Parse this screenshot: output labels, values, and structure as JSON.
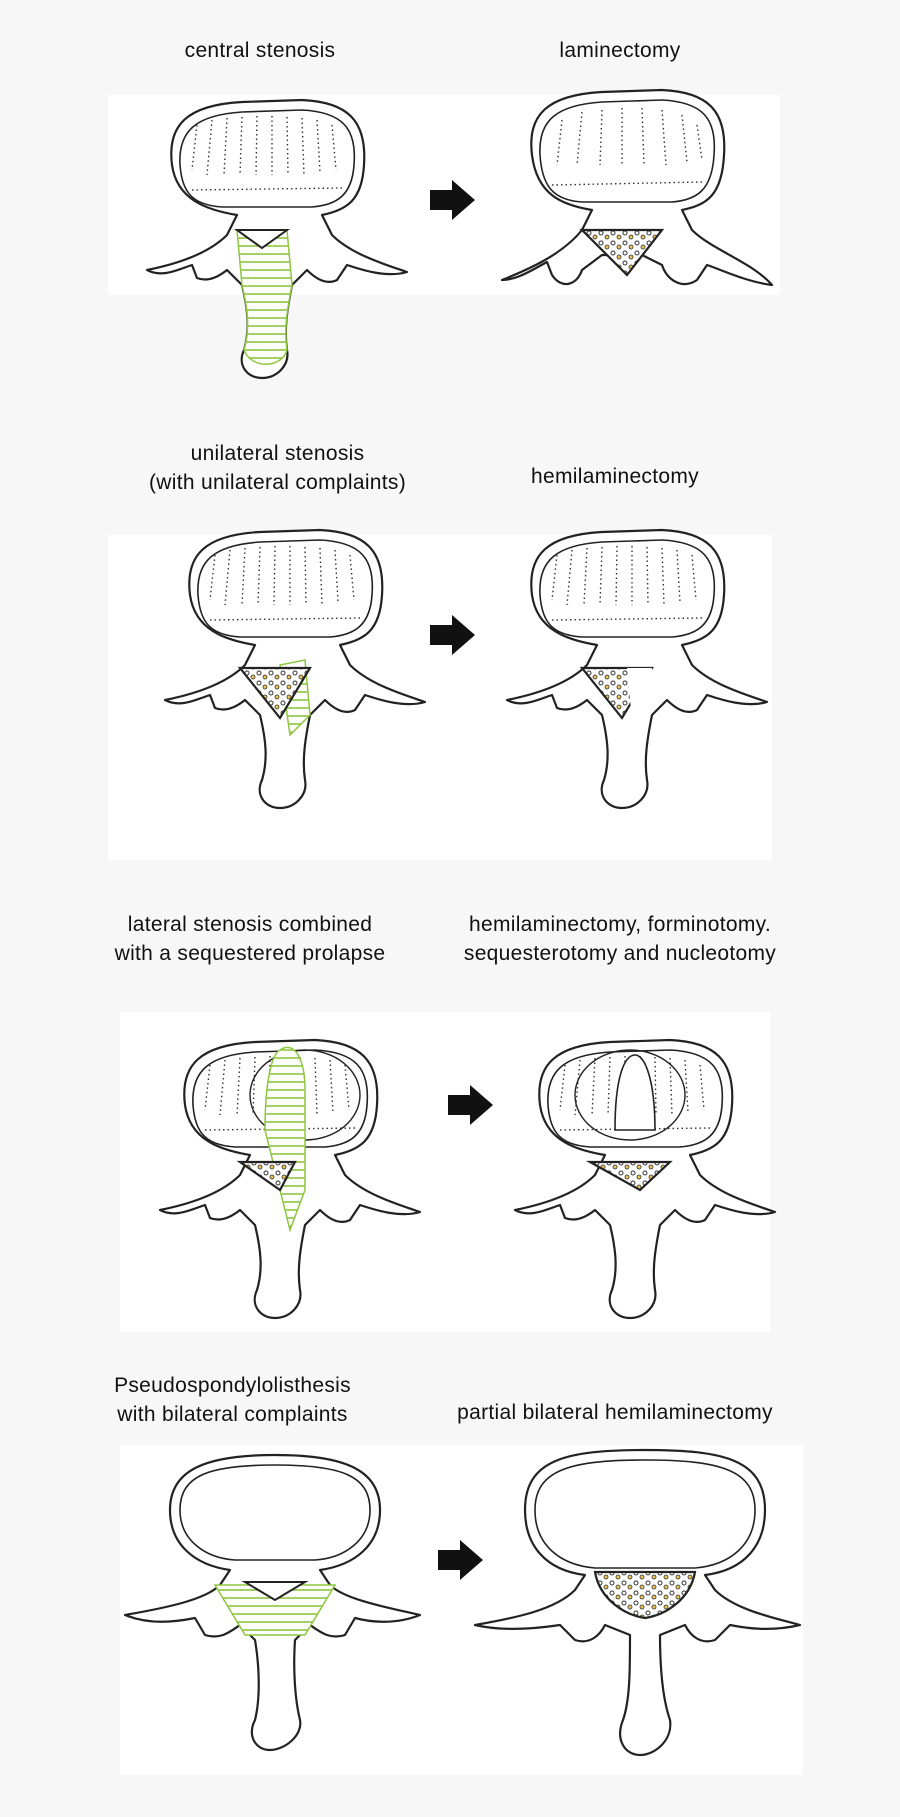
{
  "rows": [
    {
      "before_label": "central stenosis",
      "after_label": "laminectomy"
    },
    {
      "before_label": "unilateral stenosis\n(with unilateral complaints)",
      "after_label": "hemilaminectomy"
    },
    {
      "before_label": "lateral stenosis combined\nwith a sequestered prolapse",
      "after_label": "hemilaminectomy, forminotomy.\nsequesterotomy and nucleotomy"
    },
    {
      "before_label": "Pseudospondylolisthesis\nwith bilateral complaints",
      "after_label": "partial bilateral hemilaminectomy"
    }
  ],
  "colors": {
    "hatch": "#8ec63f",
    "arrow": "#111111",
    "background": "#f7f7f7"
  },
  "icons": {
    "arrow": "right-arrow-icon"
  }
}
